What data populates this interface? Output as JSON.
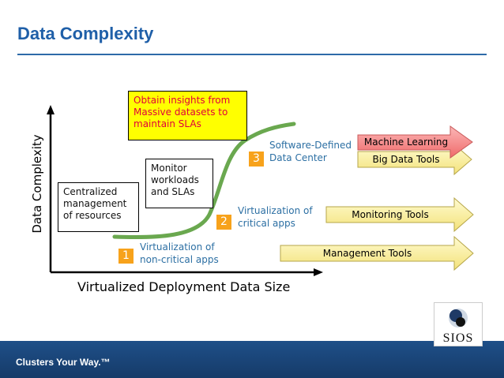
{
  "slide": {
    "title": "Data Complexity",
    "footer": "Clusters Your Way.™",
    "logo_text": "SIOS"
  },
  "axes": {
    "y_label": "Data  Complexity",
    "x_label": "Virtualized Deployment Data Size"
  },
  "boxes": {
    "centralized": "Centralized\nmanagement\nof resources",
    "monitor": "Monitor\nworkloads\nand SLAs",
    "insights": "Obtain insights from\nMassive datasets to\nmaintain SLAs"
  },
  "stages": [
    {
      "number": "1",
      "label_line1": "Virtualization of",
      "label_line2": "non-critical apps"
    },
    {
      "number": "2",
      "label_line1": "Virtualization of",
      "label_line2": "critical apps"
    },
    {
      "number": "3",
      "label_line1": "Software-Defined",
      "label_line2": "Data Center"
    }
  ],
  "arrows": {
    "machine_learning": "Machine Learning",
    "big_data": "Big Data Tools",
    "monitoring": "Monitoring Tools",
    "management": "Management Tools"
  },
  "colors": {
    "title": "#1f5fa8",
    "curve": "#6aa84f",
    "badge": "#f7a21b",
    "stage_text": "#2c6fa3",
    "insights_bg": "#ffff00",
    "insights_text": "#e0003c",
    "yellow_arrow": "#fbf3a6",
    "red_arrow": "#f58a8a",
    "footer": "#1e4f88"
  }
}
